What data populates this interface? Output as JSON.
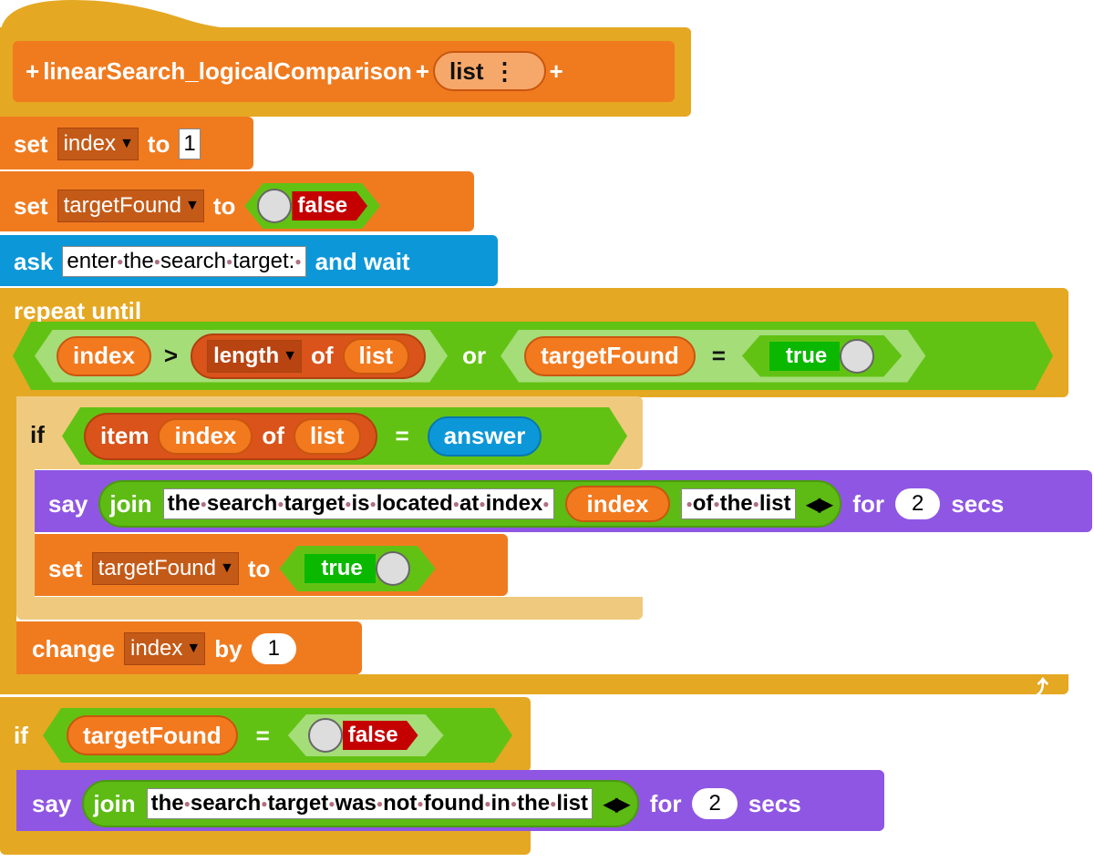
{
  "hat": {
    "name": "linearSearch_logicalComparison",
    "plus": "+",
    "param": "list",
    "param_menu": "⋮"
  },
  "set1": {
    "label": "set",
    "var": "index",
    "to": "to",
    "value": "1"
  },
  "set2": {
    "label": "set",
    "var": "targetFound",
    "to": "to",
    "value": "false"
  },
  "ask": {
    "label": "ask",
    "prompt": "enter the search target: ",
    "wait": "and wait"
  },
  "repeat": {
    "label": "repeat until",
    "left": {
      "var": "index",
      "op": ">",
      "attr": "length",
      "of": "of",
      "list": "list"
    },
    "or": "or",
    "right": {
      "var": "targetFound",
      "op": "=",
      "value": "true"
    }
  },
  "if1": {
    "label": "if",
    "item": "item",
    "index": "index",
    "of": "of",
    "list": "list",
    "op": "=",
    "answer": "answer"
  },
  "say1": {
    "label": "say",
    "join": "join",
    "text1": "the search target is located at index ",
    "var": "index",
    "text2": " of the list",
    "for": "for",
    "secs_value": "2",
    "secs": "secs"
  },
  "set3": {
    "label": "set",
    "var": "targetFound",
    "to": "to",
    "value": "true"
  },
  "change": {
    "label": "change",
    "var": "index",
    "by": "by",
    "value": "1"
  },
  "if2": {
    "label": "if",
    "var": "targetFound",
    "op": "=",
    "value": "false"
  },
  "say2": {
    "label": "say",
    "join": "join",
    "text": "the search target was not found in the list",
    "for": "for",
    "secs_value": "2",
    "secs": "secs"
  }
}
